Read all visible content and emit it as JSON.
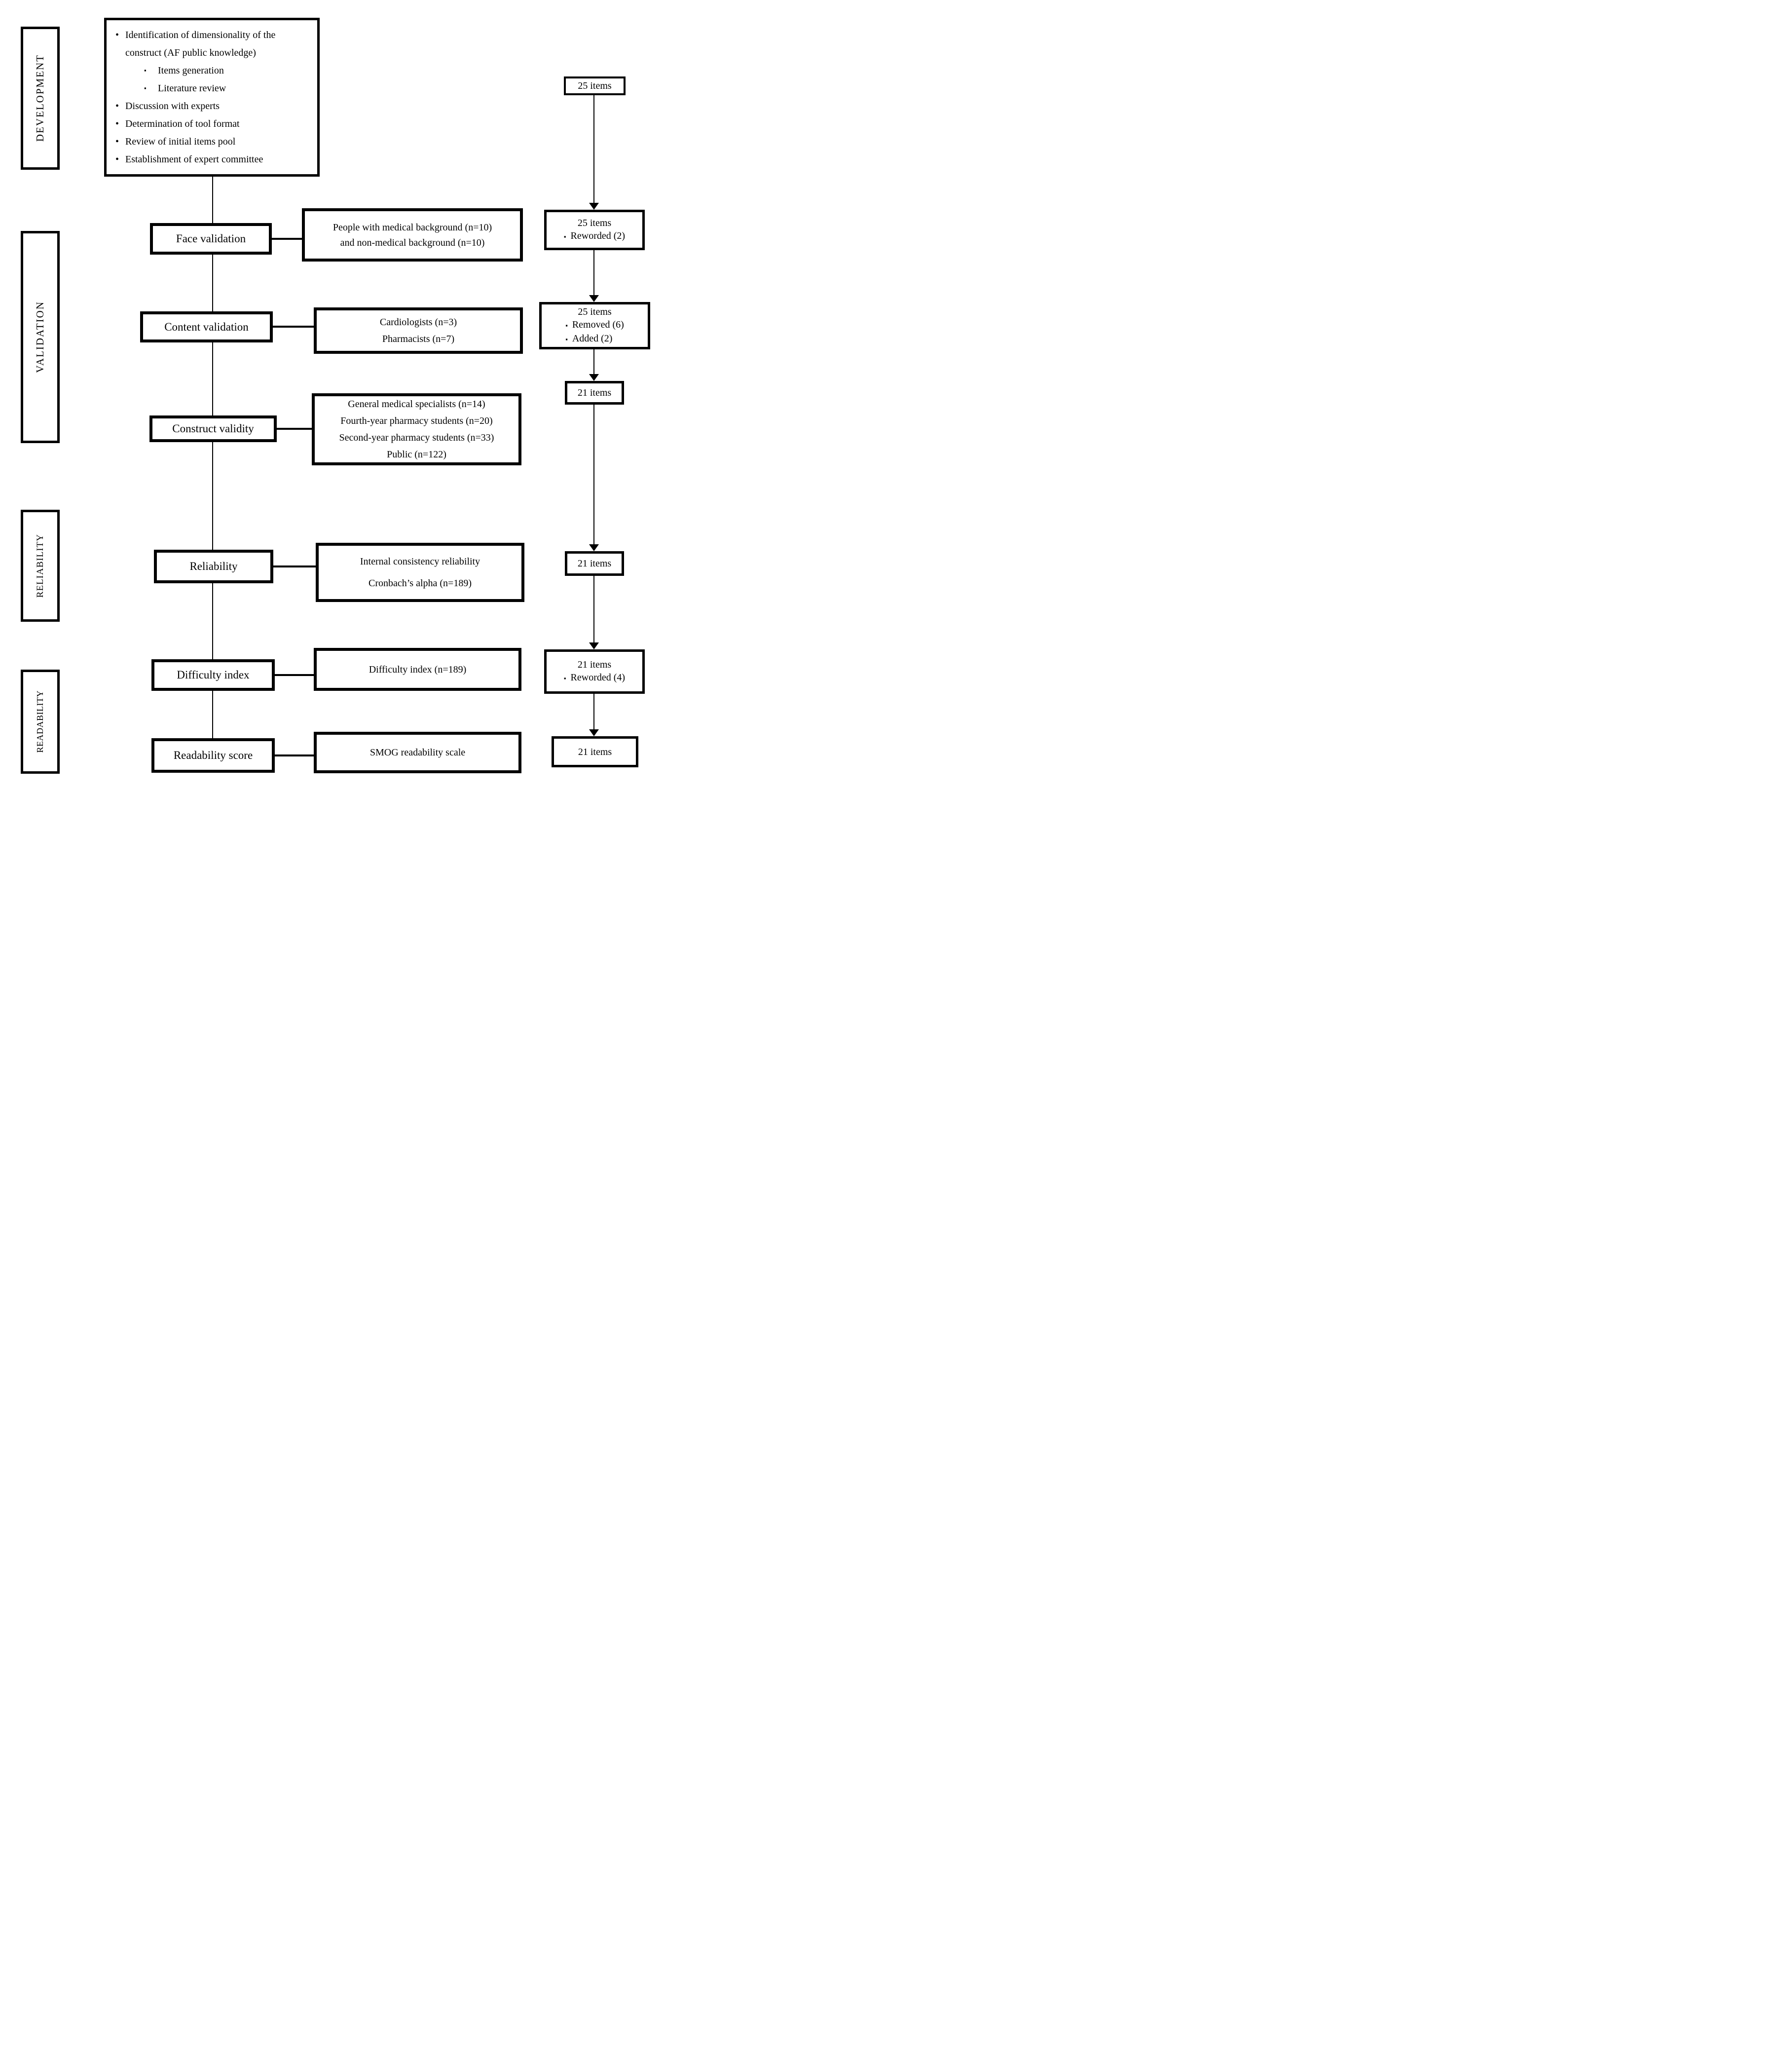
{
  "colors": {
    "ink": "#000000",
    "paper": "#ffffff"
  },
  "sidebar": {
    "labels": [
      "DEVELOPMENT",
      "VALIDATION",
      "RELIABILITY",
      "READABILITY"
    ]
  },
  "development": {
    "bullets": [
      {
        "marker": "•",
        "text": "Identification of dimensionality of the construct (AF public knowledge)"
      },
      {
        "marker": "▪",
        "text": "Items generation"
      },
      {
        "marker": "▪",
        "text": "Literature review"
      },
      {
        "marker": "•",
        "text": "Discussion with experts"
      },
      {
        "marker": "•",
        "text": "Determination of tool format"
      },
      {
        "marker": "•",
        "text": "Review of initial items pool"
      },
      {
        "marker": "•",
        "text": "Establishment of expert committee"
      }
    ]
  },
  "stages": [
    {
      "label": "Face validation",
      "description": [
        "People with medical background (n=10)",
        "and non-medical background (n=10)"
      ]
    },
    {
      "label": "Content validation",
      "description": [
        "Cardiologists (n=3)",
        "Pharmacists (n=7)"
      ]
    },
    {
      "label": "Construct validity",
      "description": [
        "General medical specialists (n=14)",
        "Fourth-year pharmacy students (n=20)",
        "Second-year pharmacy students (n=33)",
        "Public (n=122)"
      ]
    },
    {
      "label": "Reliability",
      "description": [
        "Internal consistency reliability",
        "Cronbach’s alpha (n=189)"
      ]
    },
    {
      "label": "Difficulty index",
      "description": [
        "Difficulty index (n=189)"
      ]
    },
    {
      "label": "Readability score",
      "description": [
        "SMOG readability scale"
      ]
    }
  ],
  "items": [
    {
      "title": "25 items",
      "bullets": []
    },
    {
      "title": "25 items",
      "bullets": [
        {
          "marker": "▪",
          "text": "Reworded (2)"
        }
      ]
    },
    {
      "title": "25 items",
      "bullets": [
        {
          "marker": "▪",
          "text": "Removed (6)"
        },
        {
          "marker": "▪",
          "text": "Added (2)"
        }
      ]
    },
    {
      "title": "21 items",
      "bullets": []
    },
    {
      "title": "21 items",
      "bullets": []
    },
    {
      "title": "21 items",
      "bullets": [
        {
          "marker": "▪",
          "text": "Reworded (4)"
        }
      ]
    },
    {
      "title": "21 items",
      "bullets": []
    }
  ]
}
